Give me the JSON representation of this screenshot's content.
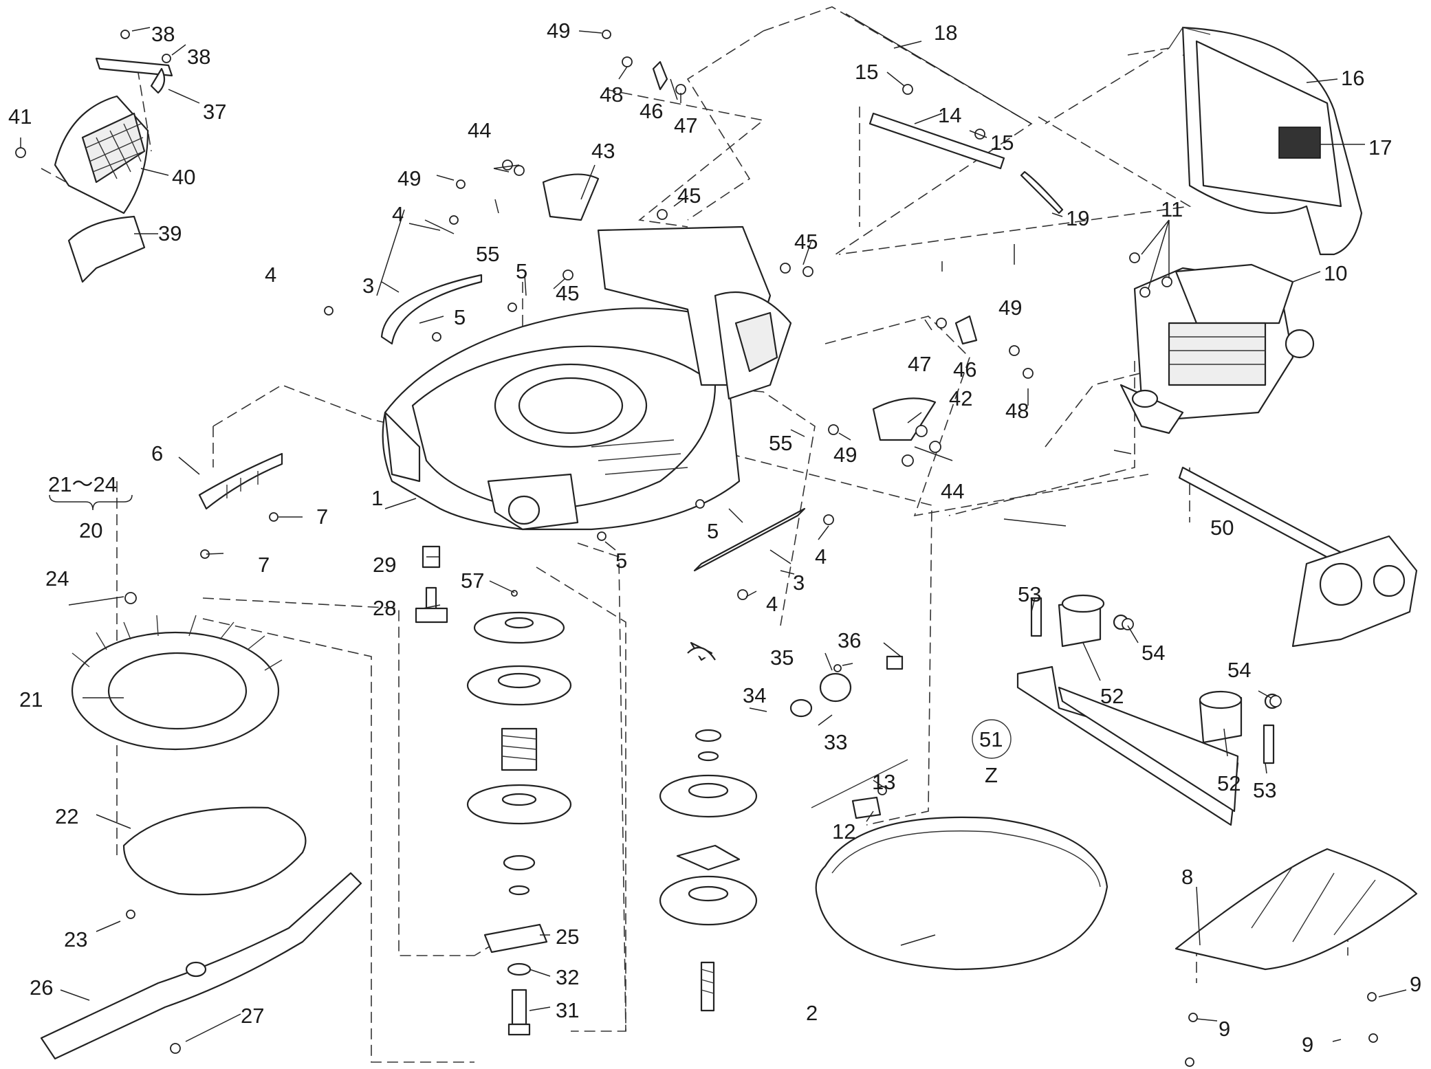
{
  "callouts": {
    "c1": "1",
    "c2": "2",
    "c3a": "3",
    "c3b": "3",
    "c4a": "4",
    "c4b": "4",
    "c4c": "4",
    "c4d": "4",
    "c5a": "5",
    "c5b": "5",
    "c5c": "5",
    "c5d": "5",
    "c6": "6",
    "c7a": "7",
    "c7b": "7",
    "c8": "8",
    "c9a": "9",
    "c9b": "9",
    "c9c": "9",
    "c10": "10",
    "c11": "11",
    "c12": "12",
    "c13": "13",
    "c14": "14",
    "c15a": "15",
    "c15b": "15",
    "c16": "16",
    "c17": "17",
    "c18": "18",
    "c19": "19",
    "c20": "20",
    "c21_24": "21～24",
    "c21": "21",
    "c22": "22",
    "c23": "23",
    "c24": "24",
    "c25": "25",
    "c26": "26",
    "c27": "27",
    "c28": "28",
    "c29": "29",
    "c31": "31",
    "c32": "32",
    "c33": "33",
    "c34": "34",
    "c35": "35",
    "c36": "36",
    "c37": "37",
    "c38a": "38",
    "c38b": "38",
    "c39": "39",
    "c40": "40",
    "c41": "41",
    "c42": "42",
    "c43": "43",
    "c44a": "44",
    "c44b": "44",
    "c45a": "45",
    "c45b": "45",
    "c45c": "45",
    "c46a": "46",
    "c46b": "46",
    "c47a": "47",
    "c47b": "47",
    "c48a": "48",
    "c48b": "48",
    "c49a": "49",
    "c49b": "49",
    "c49c": "49",
    "c49d": "49",
    "c50": "50",
    "c51": "51",
    "c51z": "Z",
    "c52a": "52",
    "c52b": "52",
    "c53a": "53",
    "c53b": "53",
    "c54a": "54",
    "c54b": "54",
    "c55a": "55",
    "c55b": "55",
    "c57": "57"
  }
}
